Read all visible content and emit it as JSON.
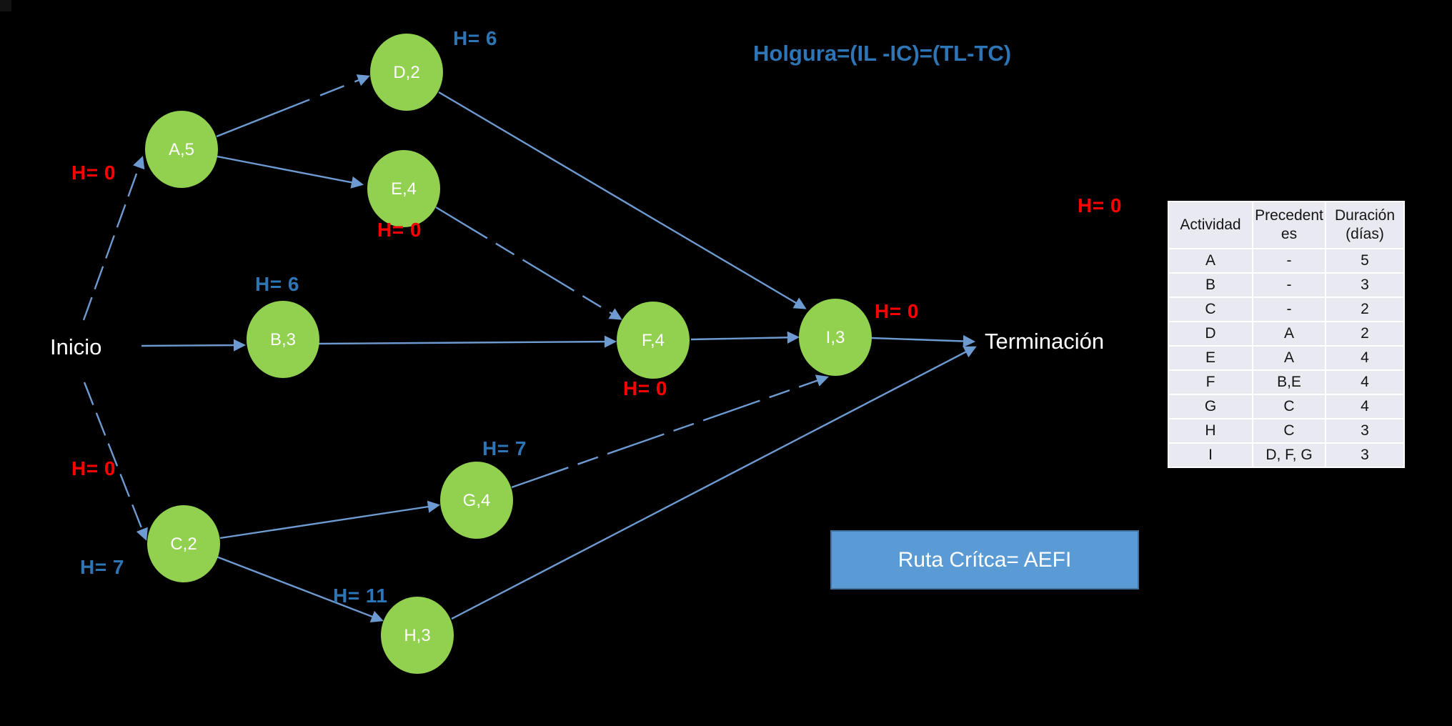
{
  "formula_title": "Holgura=(IL -IC)=(TL-TC)",
  "start_label": "Inicio",
  "end_label": "Terminación",
  "critical_path_label": "Ruta Crítca= AEFI",
  "node_labels": {
    "a": "A,5",
    "b": "B,3",
    "c": "C,2",
    "d": "D,2",
    "e": "E,4",
    "f": "F,4",
    "g": "G,4",
    "h": "H,3",
    "i": "I,3"
  },
  "slack": {
    "inicio_a": "H= 0",
    "inicio_c": "H= 0",
    "b": "H= 6",
    "c": "H= 7",
    "d": "H= 6",
    "e": "H= 0",
    "f": "H= 0",
    "g": "H= 7",
    "h": "H= 11",
    "i": "H= 0",
    "table": "H= 0"
  },
  "table": {
    "headers": [
      "Actividad",
      "Precedentes",
      "Duración (días)"
    ],
    "rows": [
      [
        "A",
        "-",
        "5"
      ],
      [
        "B",
        "-",
        "3"
      ],
      [
        "C",
        "-",
        "2"
      ],
      [
        "D",
        "A",
        "2"
      ],
      [
        "E",
        "A",
        "4"
      ],
      [
        "F",
        "B,E",
        "4"
      ],
      [
        "G",
        "C",
        "4"
      ],
      [
        "H",
        "C",
        "3"
      ],
      [
        "I",
        "D, F, G",
        "3"
      ]
    ]
  },
  "colors": {
    "background": "#000000",
    "node_green": "#92d050",
    "connector_blue": "#6d9bd1",
    "slack_red": "#ff0000",
    "slack_blue": "#2e75b6",
    "box_fill": "#5b9bd5",
    "box_border": "#41719c",
    "table_cell": "#e9e9f1"
  }
}
